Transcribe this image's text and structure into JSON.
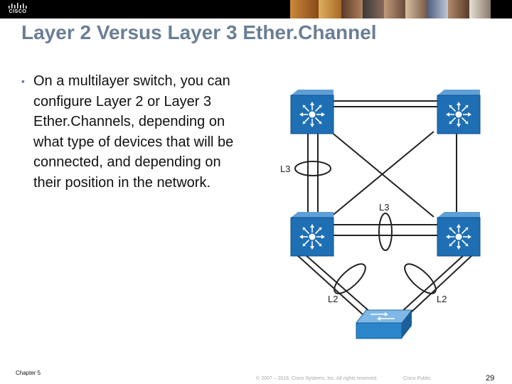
{
  "header": {
    "logo_text": "CISCO",
    "brand_color": "#000000"
  },
  "slide": {
    "title": "Layer 2 Versus Layer 3 Ether.Channel",
    "title_color": "#6a7f95",
    "bullet_icon": "square-bullet-icon",
    "bullet_text": "On a multilayer switch, you can configure Layer 2 or Layer 3 Ether.Channels, depending on what type of devices that will be connected, and depending on their position in the network."
  },
  "diagram": {
    "labels": {
      "l3_left": "L3",
      "l3_middle": "L3",
      "l2_left": "L2",
      "l2_right": "L2"
    },
    "multilayer_switch_color": "#1e6fb4",
    "switch_color": "#2a86c8"
  },
  "footer": {
    "chapter": "Chapter 5",
    "copyright": "© 2007 – 2016, Cisco Systems, Inc. All rights reserved.",
    "classification": "Cisco Public",
    "page": "29"
  }
}
